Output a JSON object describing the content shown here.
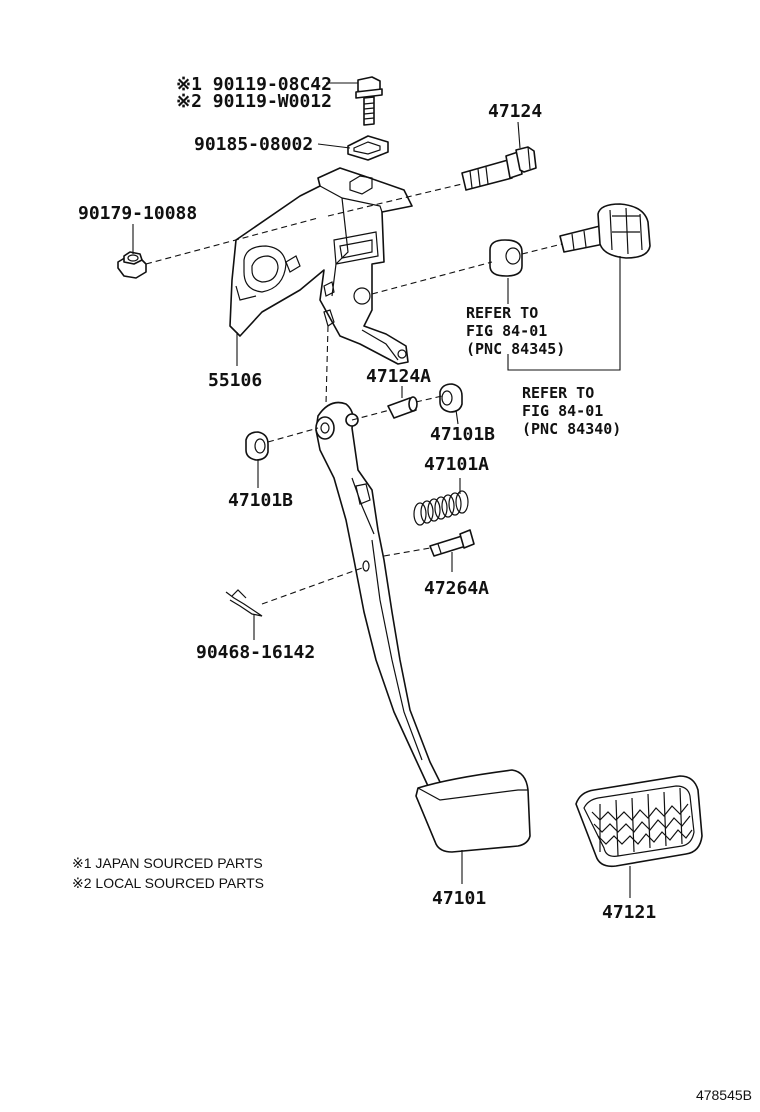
{
  "labels": {
    "bolt_japan": "※1 90119-08C42",
    "bolt_local": "※2 90119-W0012",
    "nut_clip": "90185-08002",
    "pivot_bolt": "47124",
    "nut": "90179-10088",
    "bracket": "55106",
    "collar": "47124A",
    "bushing_right": "47101B",
    "bushing_left": "47101B",
    "spring": "47101A",
    "pin": "47264A",
    "clip": "90468-16142",
    "pedal": "47101",
    "pedal_pad": "47121"
  },
  "refs": {
    "ref1_line1": "REFER TO",
    "ref1_line2": "FIG 84-01",
    "ref1_line3": "(PNC 84345)",
    "ref2_line1": "REFER TO",
    "ref2_line2": "FIG 84-01",
    "ref2_line3": "(PNC 84340)"
  },
  "notes": {
    "note1": "※1 JAPAN SOURCED PARTS",
    "note2": "※2 LOCAL SOURCED PARTS"
  },
  "figure_id": "478545B"
}
